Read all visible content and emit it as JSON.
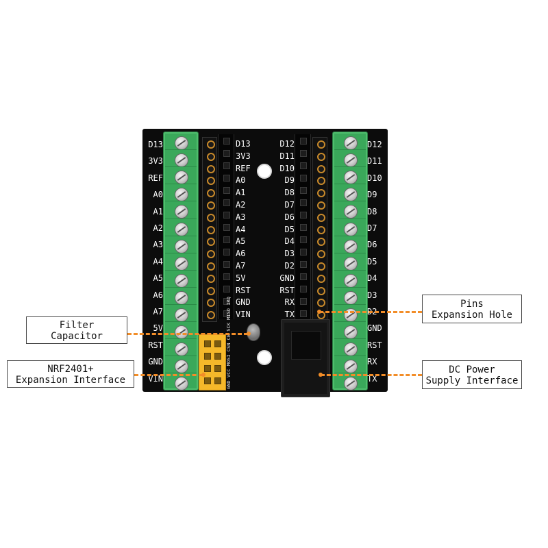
{
  "board": {
    "left_labels": [
      "D13",
      "3V3",
      "REF",
      "A0",
      "A1",
      "A2",
      "A3",
      "A4",
      "A5",
      "A6",
      "A7",
      "5V",
      "RST",
      "GND",
      "VIN"
    ],
    "inner_left_labels": [
      "D13",
      "3V3",
      "REF",
      "A0",
      "A1",
      "A2",
      "A3",
      "A4",
      "A5",
      "A6",
      "A7",
      "5V",
      "RST",
      "GND",
      "VIN"
    ],
    "inner_right_labels": [
      "D12",
      "D11",
      "D10",
      "D9",
      "D8",
      "D7",
      "D6",
      "D5",
      "D4",
      "D3",
      "D2",
      "GND",
      "RST",
      "RX",
      "TX"
    ],
    "right_labels": [
      "D12",
      "D11",
      "D10",
      "D9",
      "D8",
      "D7",
      "D6",
      "D5",
      "D4",
      "D3",
      "D2",
      "GND",
      "RST",
      "RX",
      "TX"
    ],
    "nrf_pin_text": "GND VCC MOSI CSN CE SCK MISO IRQ",
    "colors": {
      "pcb": "#0c0c0c",
      "terminal": "#3aa85a",
      "socket": "#f5b82a",
      "callout_line": "#f28d28"
    }
  },
  "callouts": {
    "filter": {
      "line1": "Filter",
      "line2": "Capacitor"
    },
    "nrf": {
      "line1": "NRF2401+",
      "line2": "Expansion Interface"
    },
    "pins": {
      "line1": "Pins",
      "line2": "Expansion Hole"
    },
    "dc": {
      "line1": "DC Power",
      "line2": "Supply Interface"
    }
  }
}
